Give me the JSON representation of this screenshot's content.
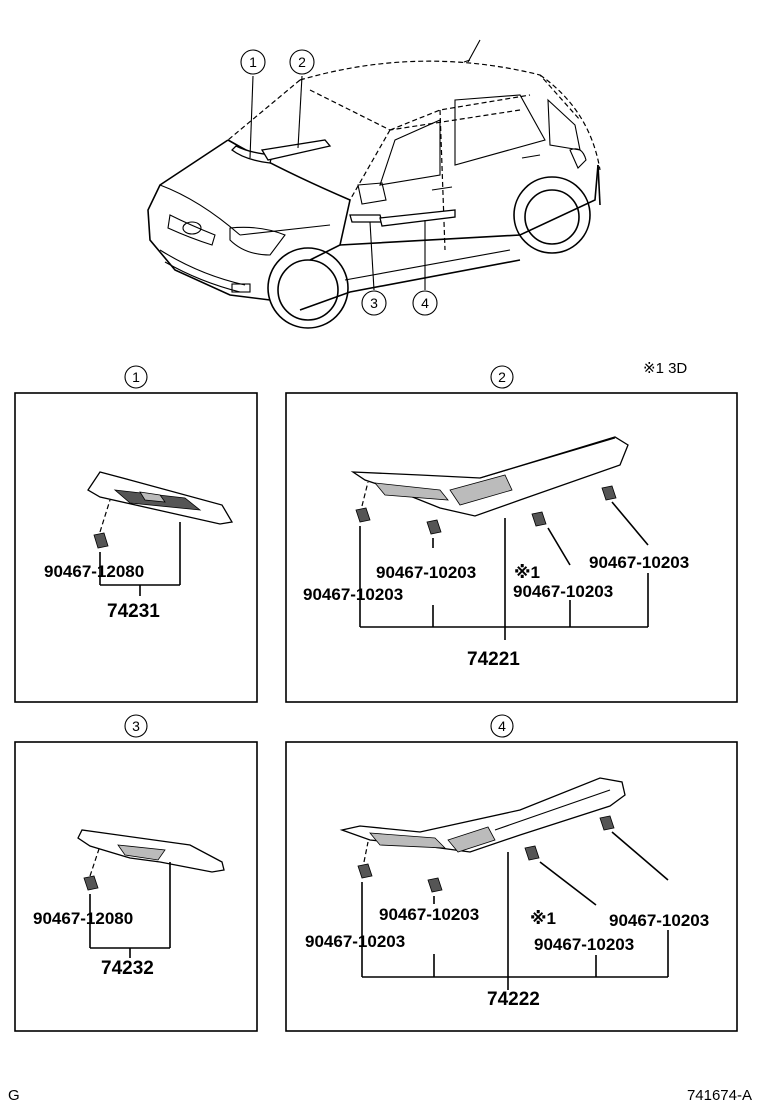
{
  "callouts": {
    "c1": "1",
    "c2": "2",
    "c3": "3",
    "c4": "4"
  },
  "note": "※1  3D",
  "panel1": {
    "clip": "90467-12080",
    "part": "74231"
  },
  "panel2": {
    "clip_a": "90467-10203",
    "clip_b": "90467-10203",
    "mark": "※1",
    "clip_c": "90467-10203",
    "clip_d": "90467-10203",
    "part": "74221"
  },
  "panel3": {
    "clip": "90467-12080",
    "part": "74232"
  },
  "panel4": {
    "clip_a": "90467-10203",
    "clip_b": "90467-10203",
    "mark": "※1",
    "clip_c": "90467-10203",
    "clip_d": "90467-10203",
    "part": "74222"
  },
  "footer": {
    "left": "G",
    "right": "741674-A"
  }
}
